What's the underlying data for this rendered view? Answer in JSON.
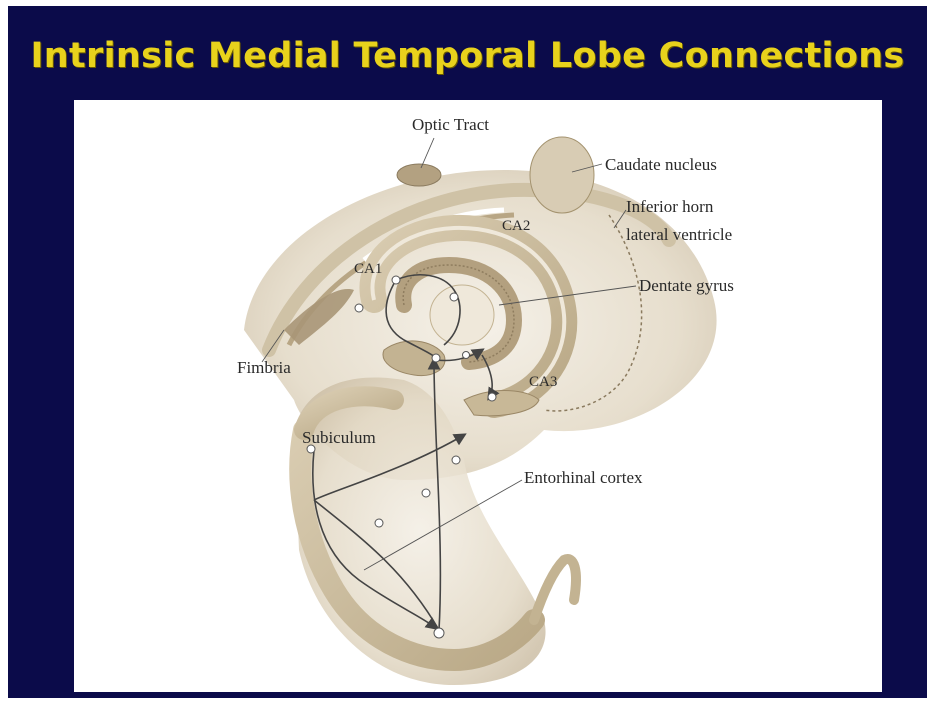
{
  "slide": {
    "title": "Intrinsic Medial Temporal Lobe Connections",
    "background_color": "#0b0b4a",
    "title_color": "#e8d21c"
  },
  "diagram": {
    "labels": {
      "optic_tract": "Optic Tract",
      "caudate_nucleus": "Caudate nucleus",
      "inferior_horn_line1": "Inferior horn",
      "inferior_horn_line2": "lateral ventricle",
      "ca2": "CA2",
      "ca1": "CA1",
      "dentate_gyrus": "Dentate gyrus",
      "fimbria": "Fimbria",
      "ca3": "CA3",
      "subiculum": "Subiculum",
      "entorhinal_cortex": "Entorhinal cortex"
    }
  }
}
